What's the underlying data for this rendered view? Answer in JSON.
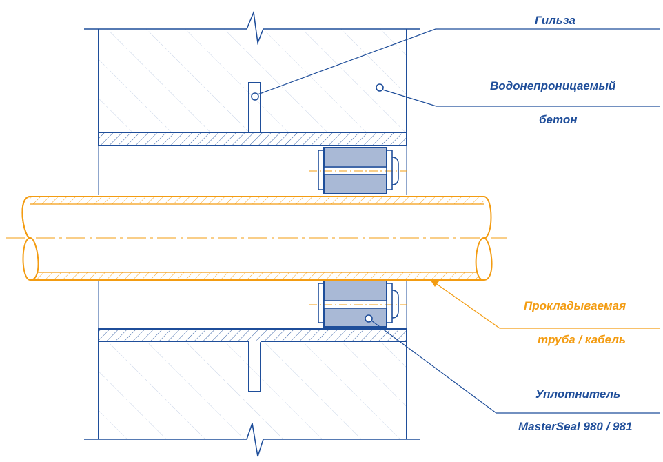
{
  "labels": {
    "sleeve": "Гильза",
    "concrete_line1": "Водонепроницаемый",
    "concrete_line2": "бетон",
    "pipe_line1": "Прокладываемая",
    "pipe_line2": "труба / кабель",
    "seal_line1": "Уплотнитель",
    "seal_line2": "MasterSeal 980 / 981"
  },
  "colors": {
    "structure": "#1f4e9a",
    "pipe": "#f39c12",
    "seal_fill": "#a9b9d6",
    "hatch": "#b8c7e0"
  }
}
